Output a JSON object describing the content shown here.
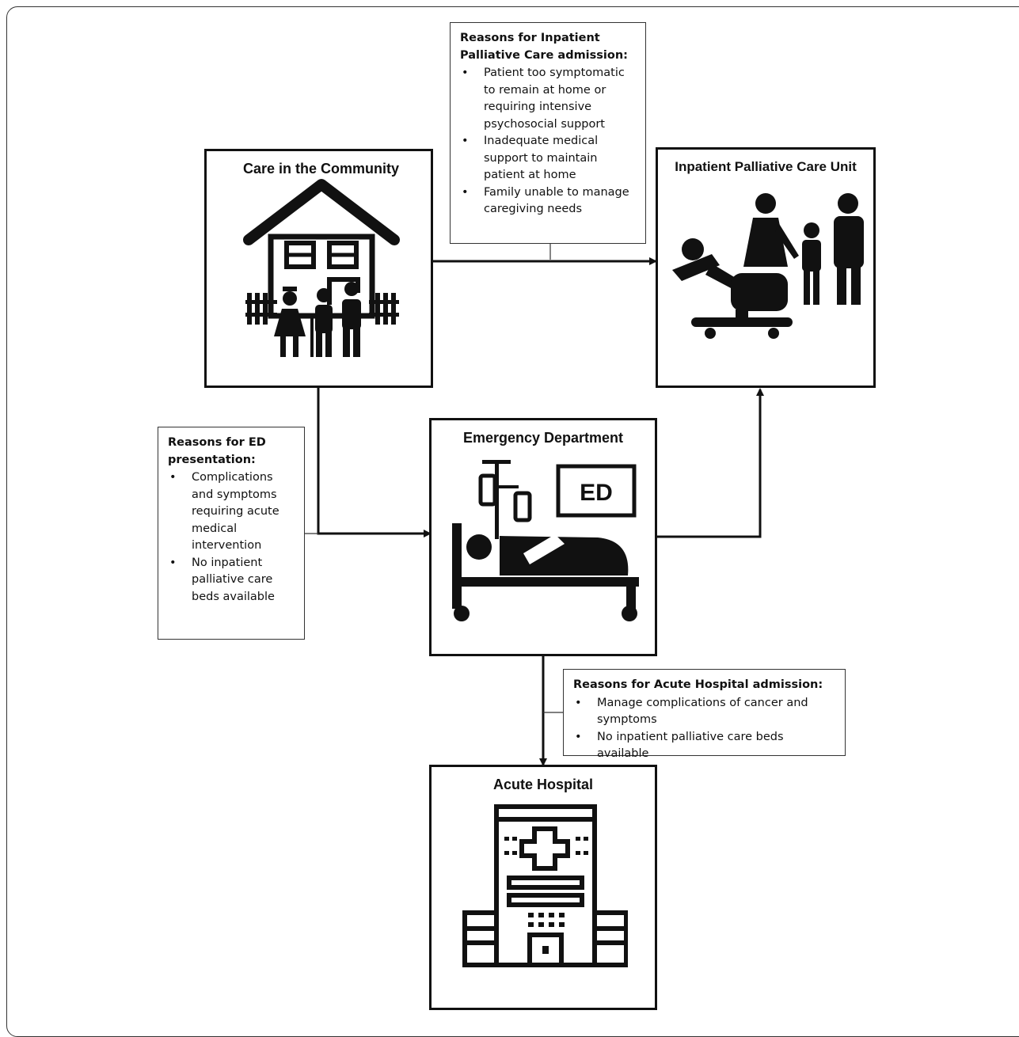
{
  "nodes": {
    "community": {
      "title": "Care in the Community"
    },
    "palliative": {
      "title": "Inpatient Palliative Care Unit"
    },
    "emergency": {
      "title": "Emergency Department",
      "screen_label": "ED"
    },
    "hospital": {
      "title": "Acute Hospital"
    }
  },
  "reasons": {
    "inpatient": {
      "title": "Reasons for Inpatient Palliative Care admission:",
      "items": [
        "Patient too symptomatic to remain at home or requiring intensive psychosocial support",
        "Inadequate medical support to maintain patient at home",
        "Family unable to manage caregiving needs"
      ]
    },
    "ed": {
      "title": "Reasons for ED presentation:",
      "items": [
        "Complications and symptoms requiring acute medical intervention",
        "No inpatient palliative care beds available"
      ]
    },
    "acute": {
      "title": "Reasons for Acute Hospital admission:",
      "items": [
        "Manage complications of cancer and symptoms",
        "No inpatient palliative care beds available"
      ]
    }
  },
  "icons": {
    "community": "house-with-caregivers-icon",
    "palliative": "patient-bed-with-family-icon",
    "emergency": "hospital-bed-iv-icon",
    "hospital": "hospital-building-icon"
  },
  "colors": {
    "ink": "#111111",
    "background": "#ffffff"
  }
}
